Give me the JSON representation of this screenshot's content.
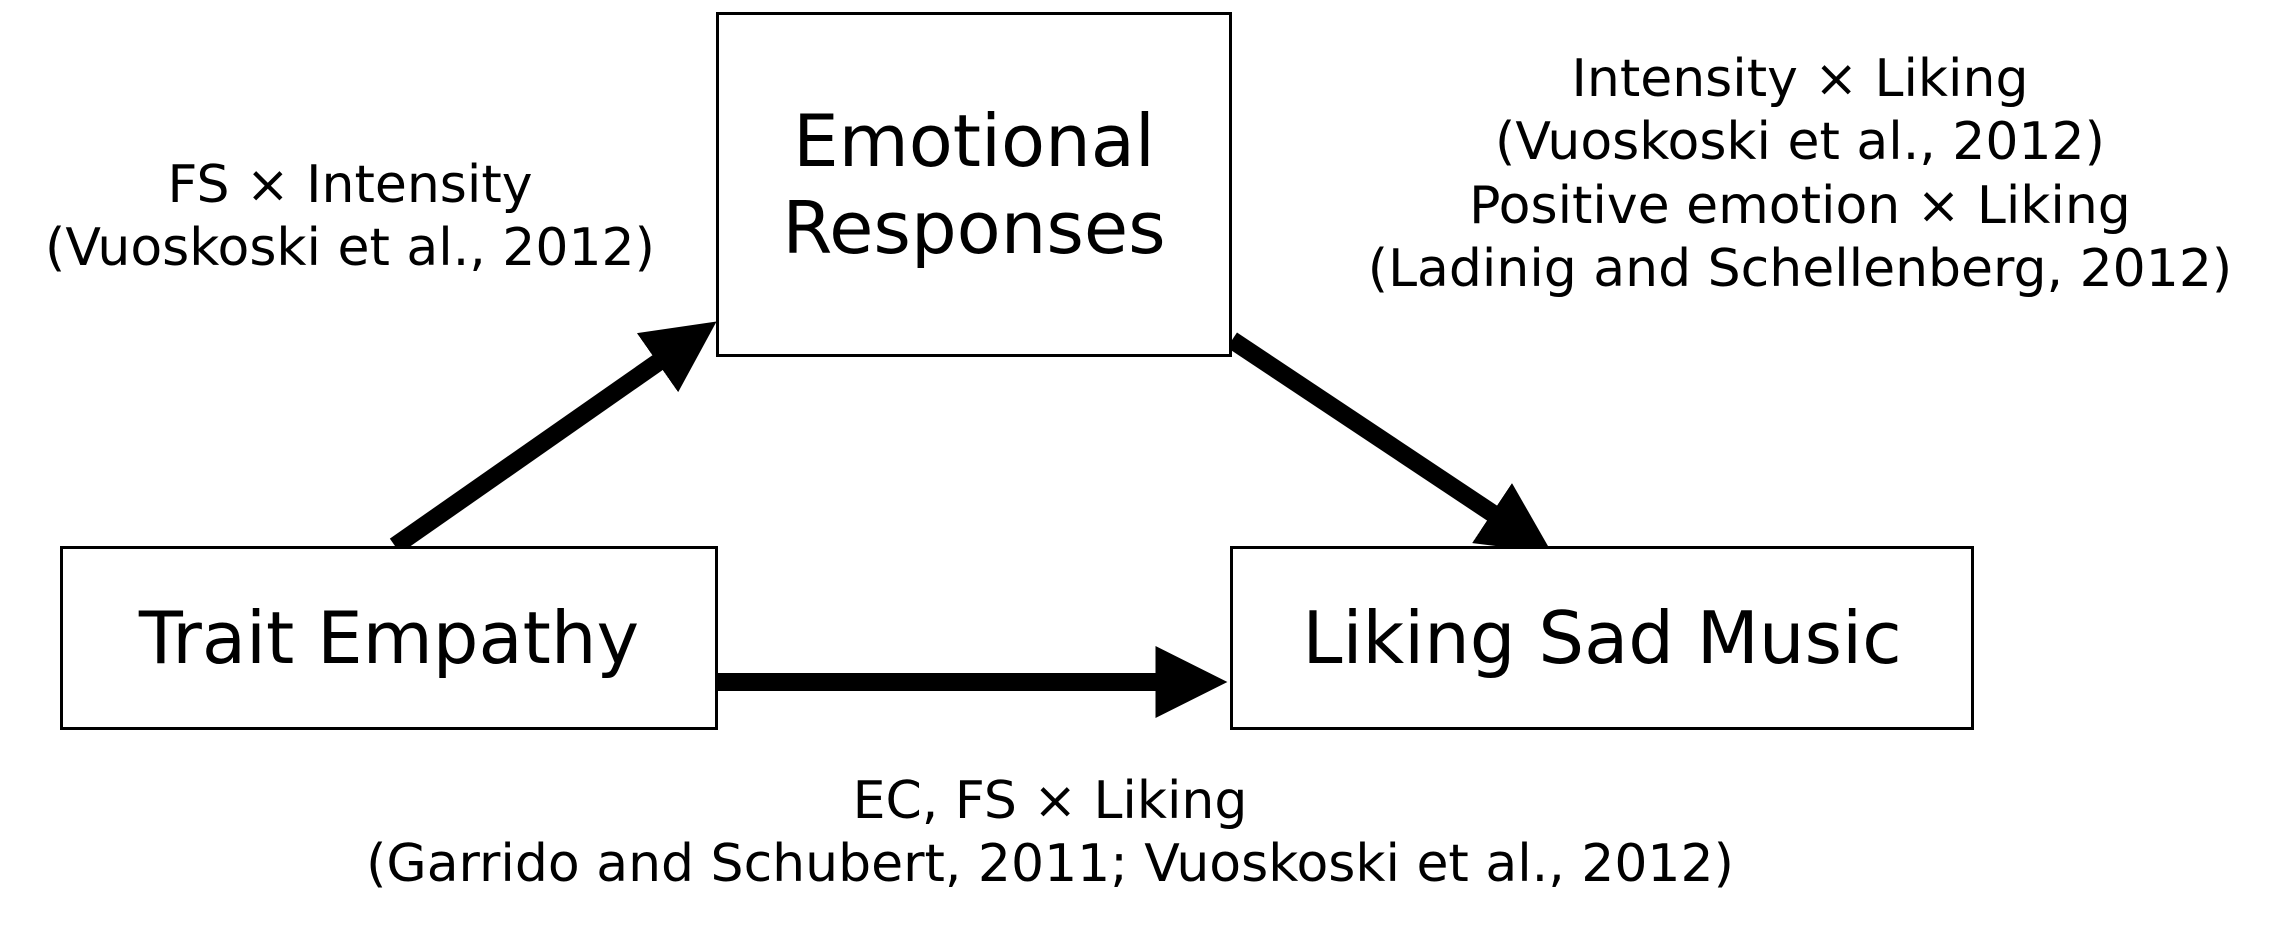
{
  "nodes": {
    "emotional_responses": "Emotional\nResponses",
    "trait_empathy": "Trait Empathy",
    "liking_sad_music": "Liking Sad Music"
  },
  "labels": {
    "trait_to_emotion": [
      "FS × Intensity",
      "(Vuoskoski et al., 2012)"
    ],
    "emotion_to_liking": [
      "Intensity × Liking",
      "(Vuoskoski et al., 2012)",
      "Positive emotion × Liking",
      "(Ladinig and Schellenberg, 2012)"
    ],
    "trait_to_liking": [
      "EC, FS × Liking",
      "(Garrido and Schubert, 2011; Vuoskoski et al., 2012)"
    ]
  },
  "edges": [
    {
      "from": "Trait Empathy",
      "to": "Emotional Responses"
    },
    {
      "from": "Emotional Responses",
      "to": "Liking Sad Music"
    },
    {
      "from": "Trait Empathy",
      "to": "Liking Sad Music"
    }
  ]
}
